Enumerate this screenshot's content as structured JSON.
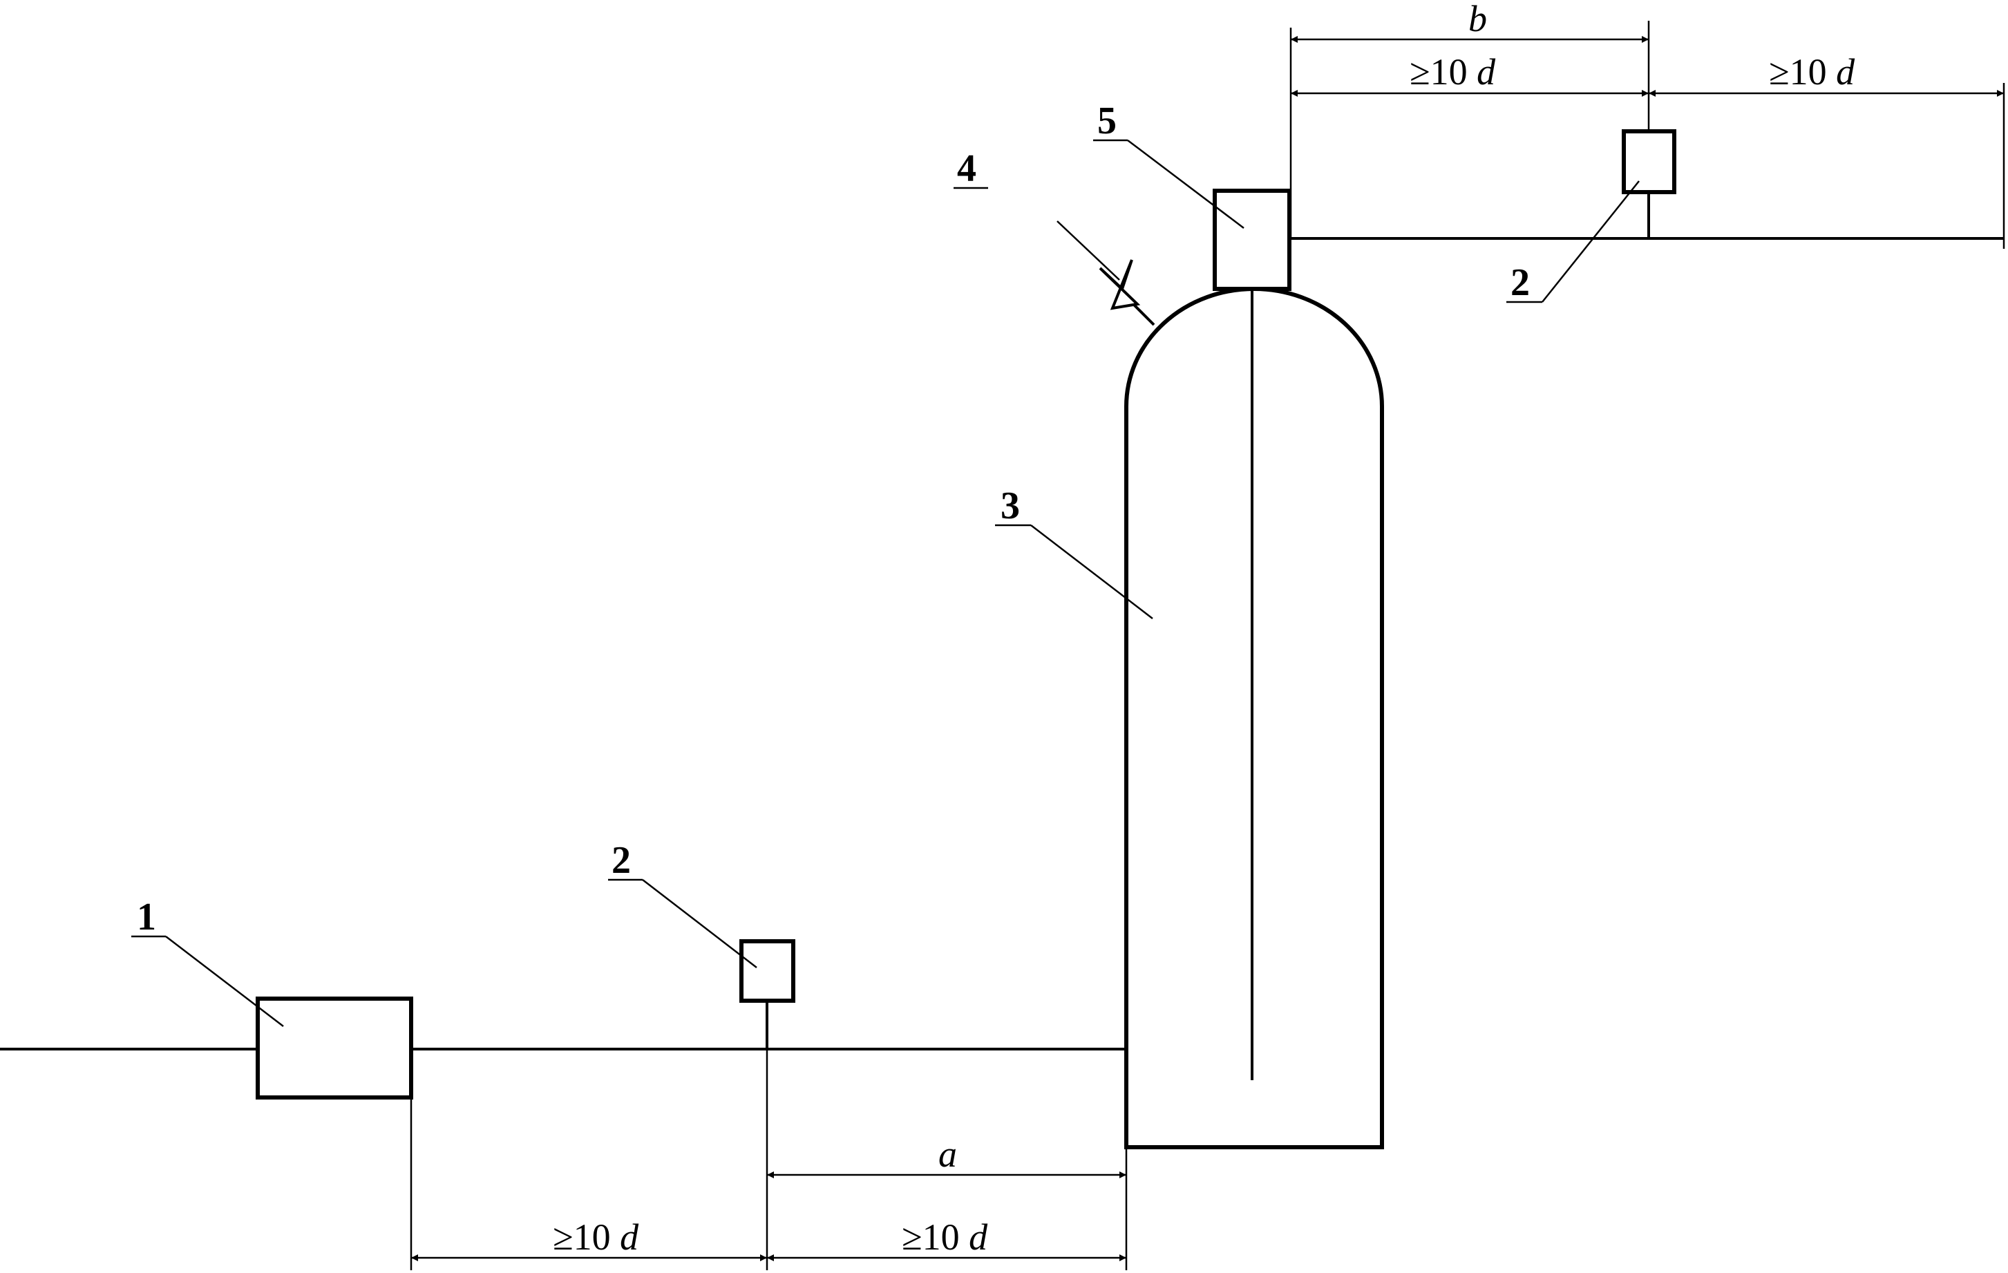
{
  "callouts": {
    "c1": "1",
    "c2_left": "2",
    "c2_right": "2",
    "c3": "3",
    "c4": "4",
    "c5": "5"
  },
  "dimensions": {
    "a": "a",
    "b": "b",
    "ge10_prefix": "≥10",
    "d": "d"
  }
}
